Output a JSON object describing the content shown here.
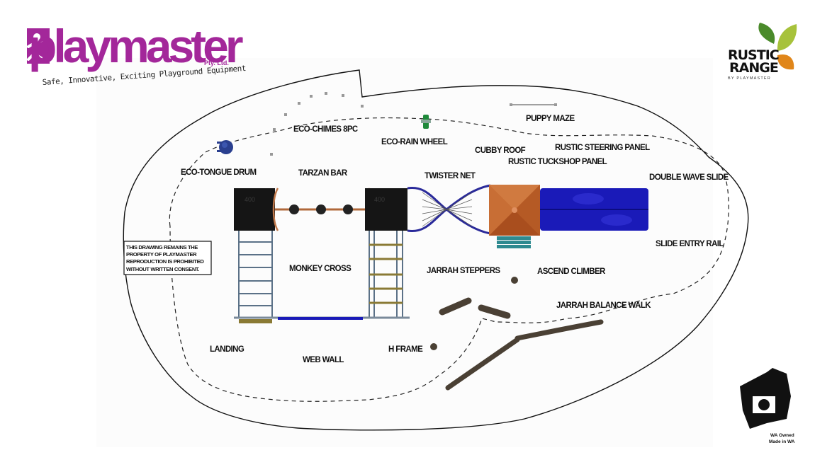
{
  "brand": {
    "name": "playmaster",
    "suffix": "Pty. Ltd.",
    "tagline": "Safe, Innovative, Exciting Playground Equipment",
    "color": "#a3279a"
  },
  "range_logo": {
    "line1": "RUSTIC",
    "line2": "RANGE",
    "byline": "BY PLAYMASTER",
    "leaf_colors": [
      "#4a8a2a",
      "#a7c23b",
      "#e0861a"
    ]
  },
  "wa_badge": {
    "line1": "WA Owned",
    "line2": "Made in WA"
  },
  "disclaimer": {
    "lines": [
      "THIS DRAWING REMAINS THE",
      "PROPERTY OF PLAYMASTER",
      "REPRODUCTION IS PROHIBITED",
      "WITHOUT WRITTEN CONSENT."
    ]
  },
  "components": {
    "eco_chimes": "ECO-CHIMES 8PC",
    "eco_rain_wheel": "ECO-RAIN WHEEL",
    "puppy_maze": "PUPPY MAZE",
    "cubby_roof": "CUBBY ROOF",
    "rustic_steering_panel": "RUSTIC STEERING PANEL",
    "rustic_tuckshop_panel": "RUSTIC TUCKSHOP PANEL",
    "eco_tongue_drum": "ECO-TONGUE DRUM",
    "tarzan_bar": "TARZAN BAR",
    "twister_net": "TWISTER NET",
    "double_wave_slide": "DOUBLE WAVE SLIDE",
    "slide_entry_rail": "SLIDE ENTRY RAIL",
    "monkey_cross": "MONKEY CROSS",
    "jarrah_steppers": "JARRAH STEPPERS",
    "ascend_climber": "ASCEND CLIMBER",
    "jarrah_balance_walk": "JARRAH BALANCE WALK",
    "landing": "LANDING",
    "web_wall": "WEB WALL",
    "h_frame": "H FRAME"
  },
  "decks": [
    {
      "height_label": "400"
    },
    {
      "height_label": "400"
    }
  ],
  "colors": {
    "deck": "#151515",
    "frame": "#5b7187",
    "timber": "#4a4034",
    "slide": "#1a1ab8",
    "roof": "#c0632b",
    "rain_wheel": "#1f8a3a",
    "tongue_drum": "#2a3f8f",
    "rung_yellow": "#8a7a35"
  }
}
